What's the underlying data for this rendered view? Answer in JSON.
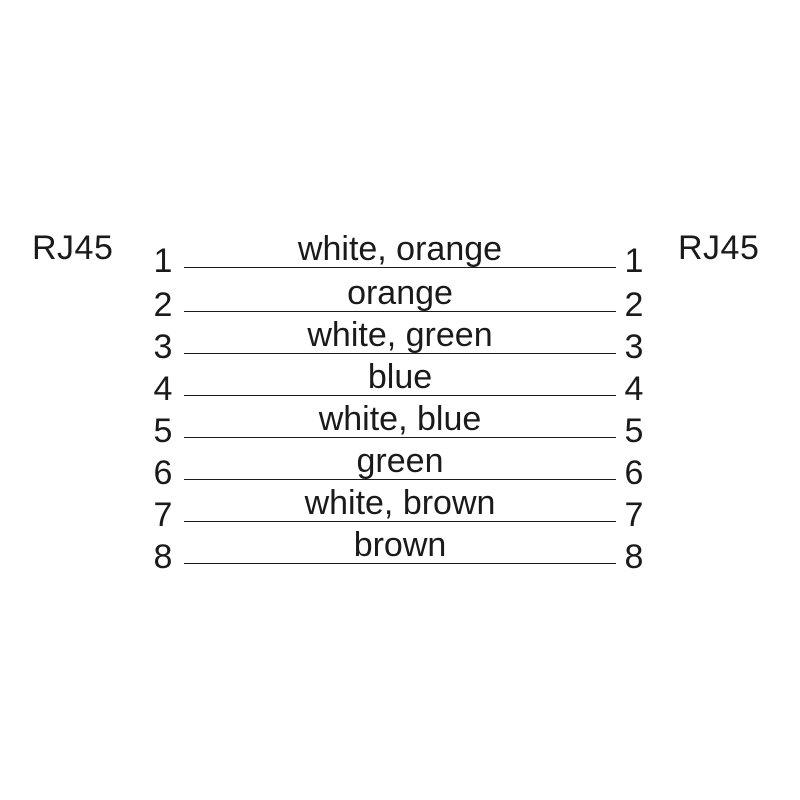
{
  "connectors": {
    "left": "RJ45",
    "right": "RJ45"
  },
  "pins": [
    {
      "left": "1",
      "right": "1",
      "color": "white, orange"
    },
    {
      "left": "2",
      "right": "2",
      "color": "orange"
    },
    {
      "left": "3",
      "right": "3",
      "color": "white, green"
    },
    {
      "left": "4",
      "right": "4",
      "color": "blue"
    },
    {
      "left": "5",
      "right": "5",
      "color": "white, blue"
    },
    {
      "left": "6",
      "right": "6",
      "color": "green"
    },
    {
      "left": "7",
      "right": "7",
      "color": "white, brown"
    },
    {
      "left": "8",
      "right": "8",
      "color": "brown"
    }
  ]
}
